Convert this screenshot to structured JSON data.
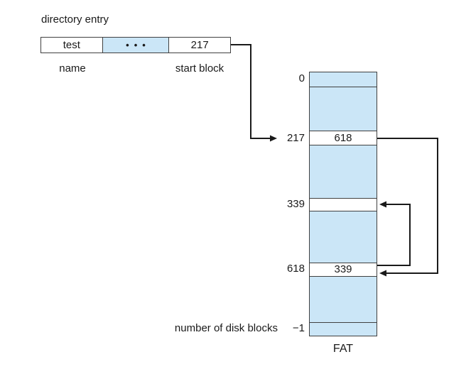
{
  "title": "directory entry",
  "directory_entry": {
    "name_value": "test",
    "dots": "•••",
    "start_block_value": "217",
    "name_label": "name",
    "start_block_label": "start block"
  },
  "fat": {
    "label": "FAT",
    "index_labels": [
      "0",
      "217",
      "339",
      "618",
      "−1"
    ],
    "rows": [
      {
        "index": "217",
        "value": "618"
      },
      {
        "index": "339",
        "value": ""
      },
      {
        "index": "618",
        "value": "339"
      }
    ],
    "bottom_label": "number of disk blocks"
  },
  "colors": {
    "block_fill": "#cbe6f7",
    "border": "#404040",
    "line": "#1a1a1a",
    "text": "#1a1a1a"
  }
}
